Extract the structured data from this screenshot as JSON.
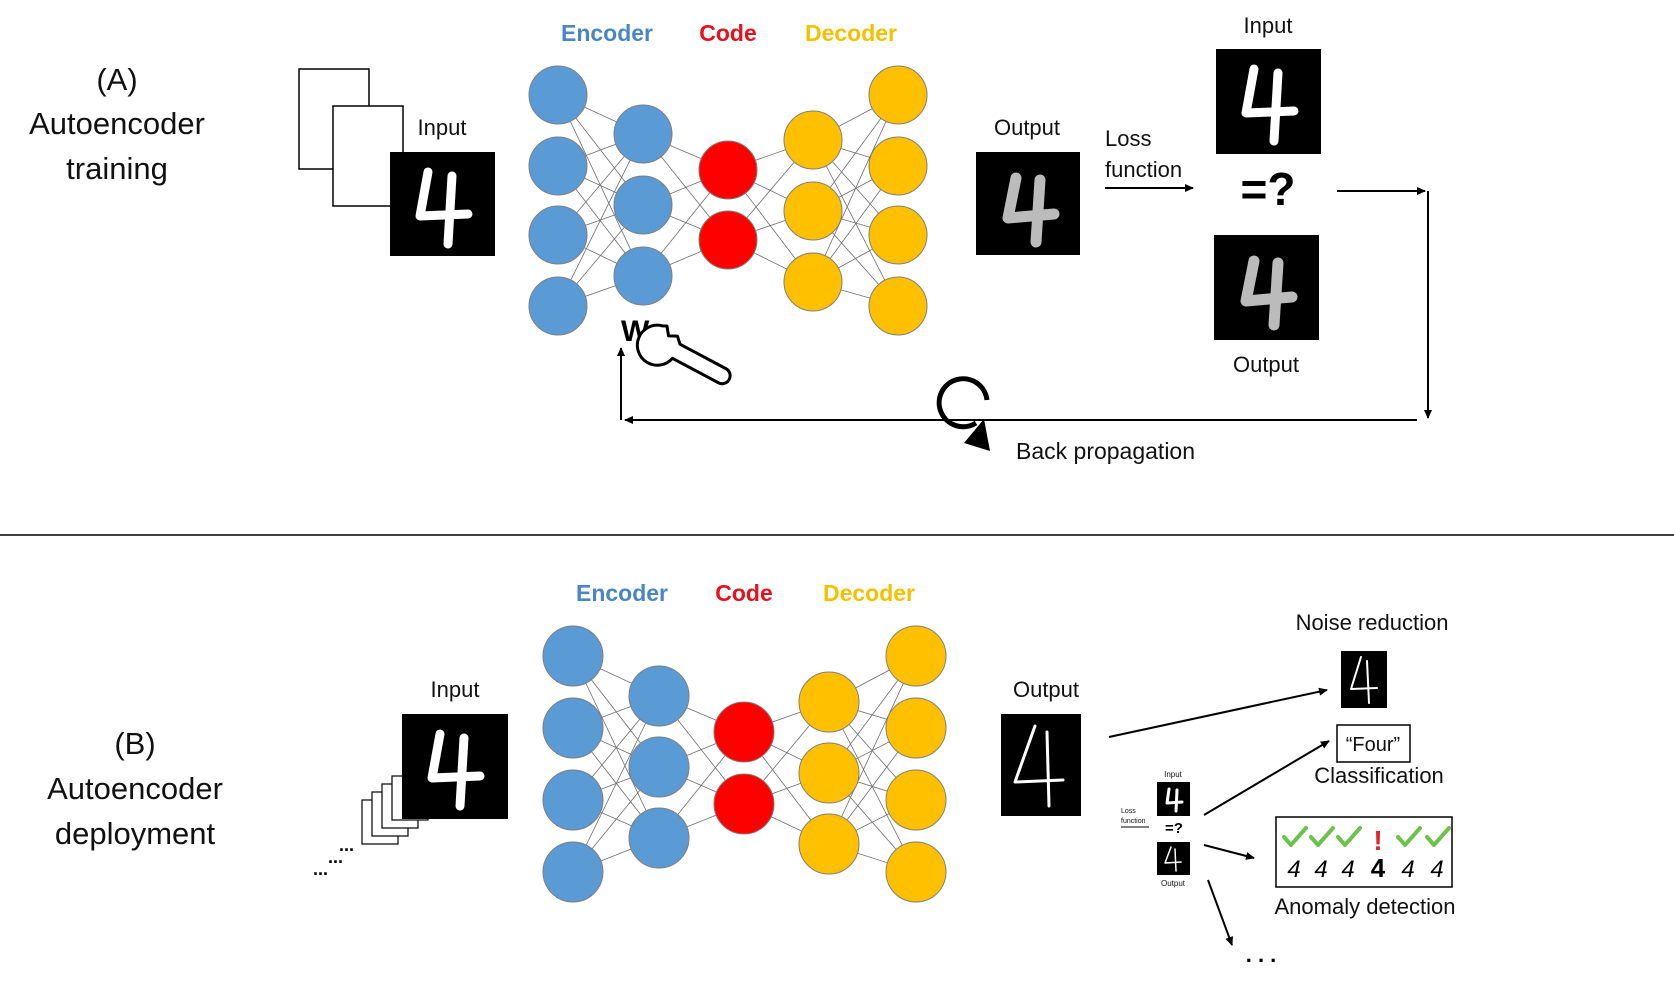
{
  "colors": {
    "encoder": "#5B9BD5",
    "code": "#FF0000",
    "decoder": "#FFC000",
    "encoder_text": "#4A86C5",
    "code_text": "#E8101A",
    "decoder_text": "#F2C200",
    "check": "#6CC24A",
    "alert": "#E0242B"
  },
  "panel_a": {
    "tag": "(A)",
    "title_line1": "Autoencoder",
    "title_line2": "training",
    "encoder_label": "Encoder",
    "code_label": "Code",
    "decoder_label": "Decoder",
    "input_label": "Input",
    "output_label": "Output",
    "loss_line1": "Loss",
    "loss_line2": "function",
    "compare_symbol": "=?",
    "compare_input_label": "Input",
    "compare_output_label": "Output",
    "weights_label": "W",
    "backprop_label": "Back propagation"
  },
  "panel_b": {
    "tag": "(B)",
    "title_line1": "Autoencoder",
    "title_line2": "deployment",
    "encoder_label": "Encoder",
    "code_label": "Code",
    "decoder_label": "Decoder",
    "input_label": "Input",
    "output_label": "Output",
    "stack_dots": "...",
    "mini_input_label": "Input",
    "mini_loss_line1": "Loss",
    "mini_loss_line2": "function",
    "mini_compare": "=?",
    "mini_output_label": "Output",
    "app_noise": "Noise reduction",
    "four_box": "“Four”",
    "app_classification": "Classification",
    "app_anomaly": "Anomaly detection",
    "anomaly_digits": [
      "4",
      "4",
      "4",
      "4",
      "4",
      "4"
    ],
    "anomaly_mark": "!",
    "more_dots": ". . ."
  }
}
